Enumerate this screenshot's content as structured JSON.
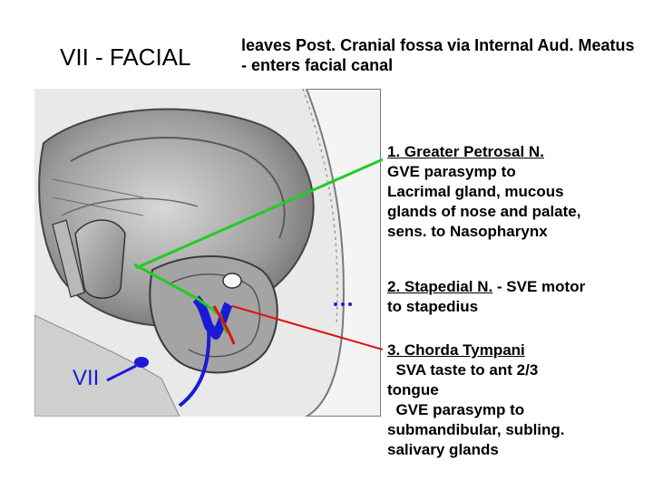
{
  "slide": {
    "title": "VII - FACIAL",
    "subtitle": "leaves Post. Cranial fossa via Internal Aud. Meatus - enters facial canal",
    "figure_label": "VII",
    "branches": [
      {
        "name": "1. Greater Petrosal N.",
        "lines": [
          "GVE parasymp to",
          "Lacrimal gland, mucous",
          "glands of nose and palate,",
          "sens. to Nasopharynx"
        ]
      },
      {
        "name": "2. Stapedial N.",
        "suffix": " - SVE motor",
        "lines": [
          "to stapedius"
        ]
      },
      {
        "name": "3. Chorda Tympani",
        "lines": [
          "  SVA taste to ant 2/3",
          "tongue",
          "  GVE parasymp to",
          "submandibular, subling.",
          "salivary glands"
        ]
      }
    ],
    "colors": {
      "nerve_blue": "#1a1ad6",
      "greater_petrosal_green": "#22cc22",
      "chorda_tympani_red": "#e01010"
    }
  }
}
